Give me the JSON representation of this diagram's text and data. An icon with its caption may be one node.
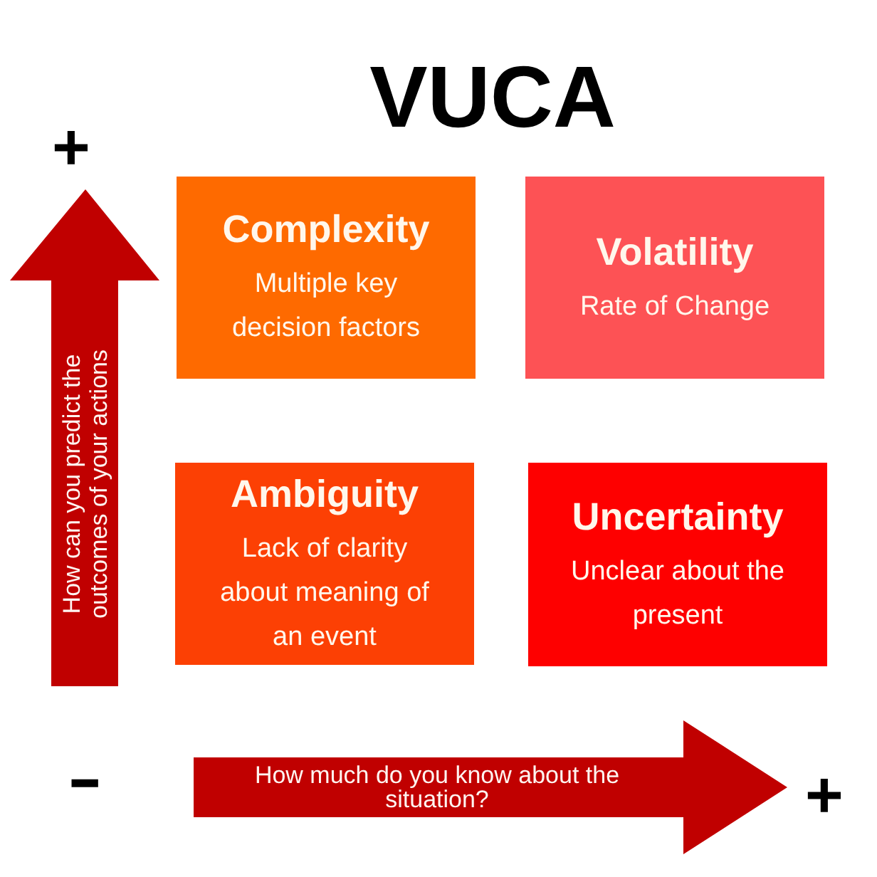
{
  "diagram": {
    "title": "VUCA",
    "nodes": [
      {
        "text": [
          "Complexity",
          "Multiple key decision factors"
        ]
      },
      {
        "text": [
          "Volatility",
          "Rate of Change"
        ]
      },
      {
        "text": [
          "Ambiguity",
          "Lack of clarity about meaning of an event"
        ]
      },
      {
        "text": [
          "Uncertainty",
          "Unclear about the present"
        ]
      }
    ],
    "labels": [
      "+",
      "How can you predict the outcomes of your actions",
      "-",
      "How much do you know about the situation?",
      "+"
    ]
  }
}
